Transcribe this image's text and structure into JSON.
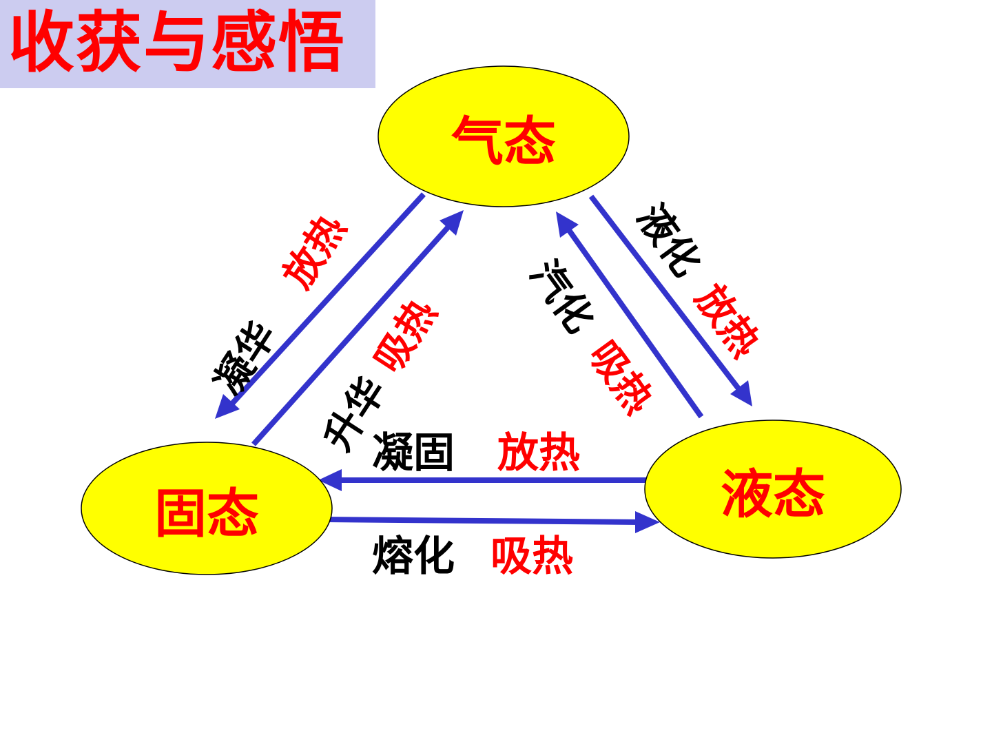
{
  "title": "收获与感悟",
  "states": {
    "gas": "气态",
    "solid": "固态",
    "liquid": "液态"
  },
  "transitions": {
    "deposition": {
      "process": "凝华",
      "heat": "放热"
    },
    "sublimation": {
      "process": "升华",
      "heat": "吸热"
    },
    "liquefaction": {
      "process": "液化",
      "heat": "放热"
    },
    "vaporization": {
      "process": "汽化",
      "heat": "吸热"
    },
    "solidification": {
      "process": "凝固",
      "heat": "放热"
    },
    "melting": {
      "process": "熔化",
      "heat": "吸热"
    }
  },
  "colors": {
    "title_bg": "#ccccf0",
    "title_text": "#ff0000",
    "node_fill": "#ffff00",
    "arrow": "#3333cc",
    "process_text": "#000000",
    "heat_text": "#ff0000"
  }
}
